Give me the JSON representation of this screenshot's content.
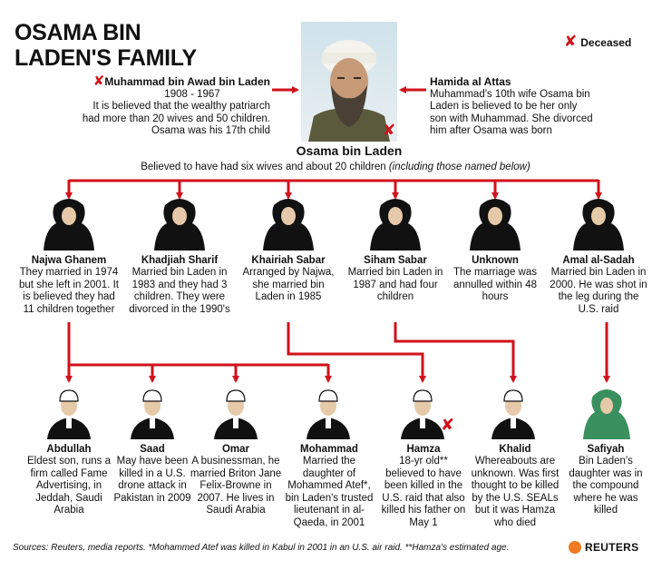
{
  "title_line1": "OSAMA BIN",
  "title_line2": "LADEN'S FAMILY",
  "legend_label": "Deceased",
  "colors": {
    "line": "#d0121b",
    "deceased": "#d0121b",
    "hijab": "#111111",
    "hijab_green": "#3a8f5e",
    "reuters": "#f07a22"
  },
  "father": {
    "name": "Muhammad bin Awad bin Laden",
    "years": "1908 - 1967",
    "note": "It is believed that the wealthy patriarch had more than 20 wives and 50 children. Osama was his 17th child",
    "deceased": true
  },
  "mother": {
    "name": "Hamida al Attas",
    "note": "Muhammad's 10th wife Osama bin Laden is believed to be her only son with Muhammad. She divorced him after Osama was born"
  },
  "osama": {
    "name": "Osama bin Laden",
    "subtitle_main": "Believed to have had six wives and about 20 children ",
    "subtitle_italic": "(including those named below)",
    "deceased": true
  },
  "wives": [
    {
      "name": "Najwa Ghanem",
      "note": "They married in 1974 but she left in 2001. It is believed they had 11 children together"
    },
    {
      "name": "Khadjiah Sharif",
      "note": "Married bin Laden in 1983 and they had 3 children. They were divorced in the 1990's"
    },
    {
      "name": "Khairiah Sabar",
      "note": "Arranged by Najwa, she married bin Laden in 1985"
    },
    {
      "name": "Siham Sabar",
      "note": "Married bin Laden in 1987 and had four children"
    },
    {
      "name": "Unknown",
      "note": "The marriage was annulled within 48 hours"
    },
    {
      "name": "Amal al-Sadah",
      "note": "Married bin Laden in 2000. He was shot in the leg during the U.S. raid"
    }
  ],
  "children": [
    {
      "name": "Abdullah",
      "note": "Eldest son, runs a firm called Fame Advertising, in Jeddah, Saudi Arabia",
      "type": "son"
    },
    {
      "name": "Saad",
      "note": "May have been killed in a U.S. drone attack in Pakistan in 2009",
      "type": "son"
    },
    {
      "name": "Omar",
      "note": "A businessman, he married Briton Jane Felix-Browne in 2007. He lives in Saudi Arabia",
      "type": "son"
    },
    {
      "name": "Mohammad",
      "note": "Married the daughter of Mohammed Atef*, bin Laden's trusted lieutenant in al-Qaeda, in 2001",
      "type": "son"
    },
    {
      "name": "Hamza",
      "note": "18-yr old** believed to have been killed in the U.S. raid that also killed his father on May 1",
      "type": "son",
      "deceased": true
    },
    {
      "name": "Khalid",
      "note": "Whereabouts are unknown. Was first thought to be killed by the U.S. SEALs but it was Hamza who died",
      "type": "son"
    },
    {
      "name": "Safiyah",
      "note": "Bin Laden's daughter was in the compound where he was killed",
      "type": "daughter"
    }
  ],
  "footer": "Sources: Reuters, media reports. *Mohammed Atef was killed in Kabul in 2001 in an U.S. air raid. **Hamza's estimated age.",
  "brand": "REUTERS"
}
